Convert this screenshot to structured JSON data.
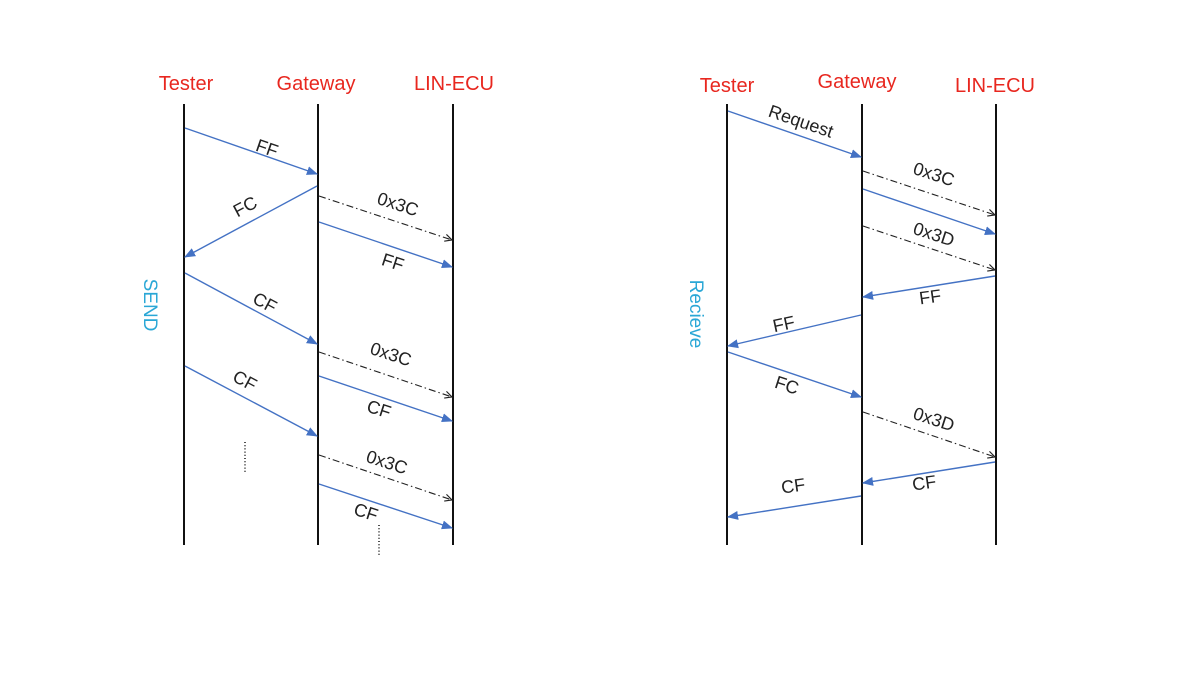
{
  "colors": {
    "participant": "#e8271f",
    "phase": "#2aa7d6",
    "arrow": "#4472c4",
    "dash": "#222222"
  },
  "send": {
    "participants": [
      "Tester",
      "Gateway",
      "LIN-ECU"
    ],
    "phase_label": "SEND",
    "messages": [
      "FF",
      "FC",
      "0x3C",
      "FF",
      "CF",
      "0x3C",
      "CF",
      "CF",
      "0x3C",
      "CF"
    ]
  },
  "receive": {
    "participants": [
      "Tester",
      "Gateway",
      "LIN-ECU"
    ],
    "phase_label": "Recieve",
    "messages": [
      "Request",
      "0x3C",
      "0x3D",
      "FF",
      "FF",
      "FC",
      "0x3D",
      "CF",
      "CF"
    ]
  }
}
